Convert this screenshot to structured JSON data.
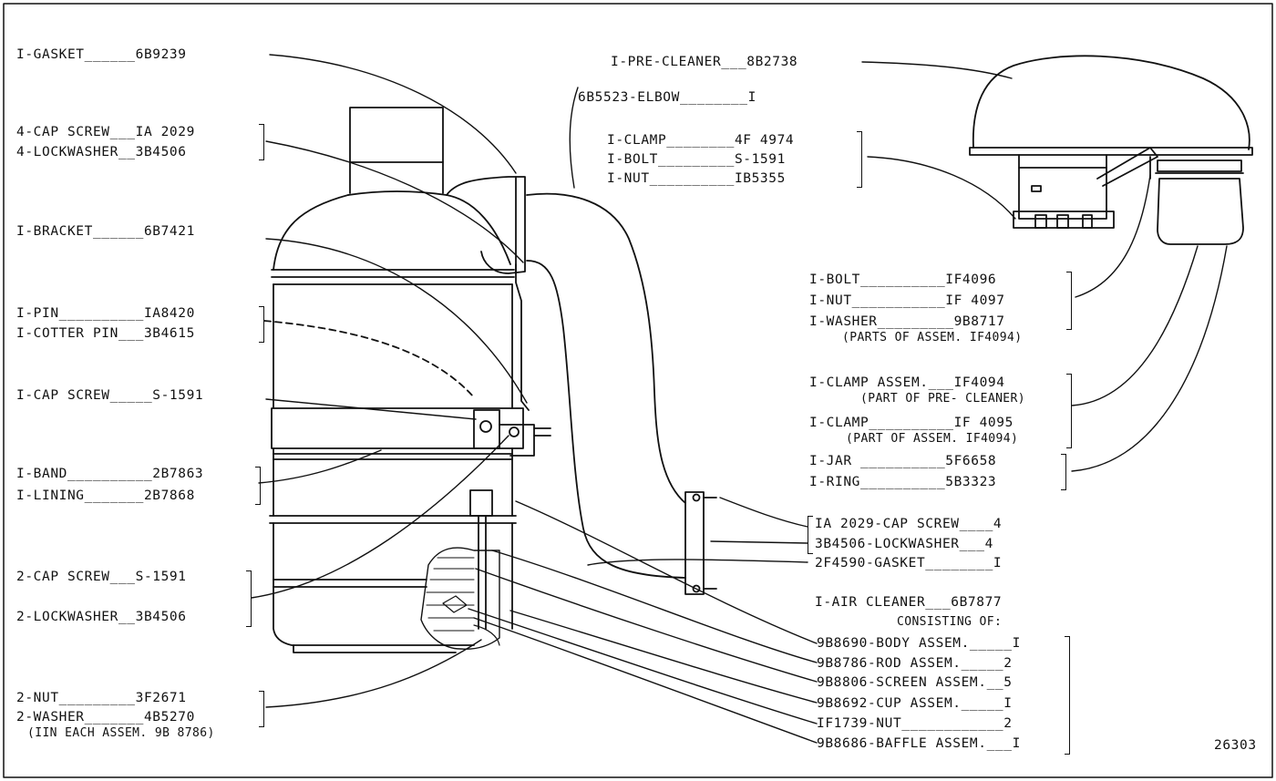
{
  "labels": {
    "gasket_top": "I-GASKET______6B9239",
    "cap_screw_4": "4-CAP SCREW___IA 2029",
    "lockwasher_4": "4-LOCKWASHER__3B4506",
    "bracket": "I-BRACKET______6B7421",
    "pin": "I-PIN__________IA8420",
    "cotter_pin": "I-COTTER PIN___3B4615",
    "cap_screw_1": "I-CAP SCREW_____S-1591",
    "band": "I-BAND__________2B7863",
    "lining": "I-LINING_______2B7868",
    "cap_screw_2": "2-CAP SCREW___S-1591",
    "lockwasher_2": "2-LOCKWASHER__3B4506",
    "nut_2": "2-NUT_________3F2671",
    "washer_2": "2-WASHER_______4B5270",
    "washer_2_note": "(IIN EACH ASSEM. 9B 8786)",
    "pre_cleaner": "I-PRE-CLEANER___8B2738",
    "elbow": "6B5523-ELBOW________I",
    "clamp_4f": "I-CLAMP________4F 4974",
    "bolt_s": "I-BOLT_________S-1591",
    "nut_1b": "I-NUT__________IB5355",
    "bolt_if": "I-BOLT__________IF4096",
    "nut_if": "I-NUT___________IF 4097",
    "washer_9b": "I-WASHER_________9B8717",
    "parts_of_assem": "(PARTS OF ASSEM. IF4094)",
    "clamp_assem": "I-CLAMP ASSEM.___IF4094",
    "part_of_pre": "(PART OF PRE- CLEANER)",
    "clamp_if": "I-CLAMP__________IF 4095",
    "part_of_assem": "(PART OF ASSEM. IF4094)",
    "jar": "I-JAR __________5F6658",
    "ring": "I-RING__________5B3323",
    "cap_screw_right": "IA 2029-CAP SCREW____4",
    "lockwasher_right": "3B4506-LOCKWASHER___4",
    "gasket_right": "2F4590-GASKET________I",
    "air_cleaner": "I-AIR CLEANER___6B7877",
    "consisting": "CONSISTING OF:",
    "body_assem": "9B8690-BODY ASSEM._____I",
    "rod_assem": "9B8786-ROD ASSEM._____2",
    "screen_assem": "9B8806-SCREEN ASSEM.__5",
    "cup_assem": "9B8692-CUP ASSEM._____I",
    "nut_consist": "IF1739-NUT____________2",
    "baffle_assem": "9B8686-BAFFLE ASSEM.___I",
    "figure_number": "26303"
  }
}
